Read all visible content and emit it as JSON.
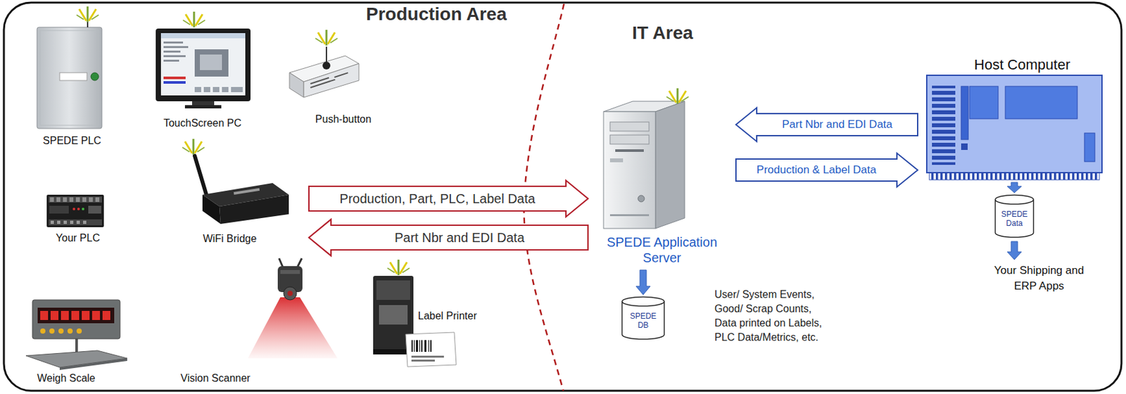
{
  "diagram": {
    "nodes": [
      {
        "text": [
          "Production Area"
        ]
      },
      {
        "text": [
          "SPEDE PLC"
        ],
        "in": 0
      },
      {
        "text": [
          "TouchScreen PC"
        ],
        "in": 0
      },
      {
        "text": [
          "Push-button"
        ],
        "in": 0
      },
      {
        "text": [
          "Your PLC"
        ],
        "in": 0
      },
      {
        "text": [
          "WiFi Bridge"
        ],
        "in": 0
      },
      {
        "text": [
          "Weigh Scale"
        ],
        "in": 0
      },
      {
        "text": [
          "Vision Scanner"
        ],
        "in": 0
      },
      {
        "text": [
          "Label Printer"
        ],
        "in": 0
      },
      {
        "text": [
          "IT Area"
        ]
      },
      {
        "text": [
          "SPEDE Application Server"
        ],
        "in": 9
      },
      {
        "text": [
          "SPEDE DB"
        ],
        "in": 9
      },
      {
        "text": [
          "Host Computer"
        ],
        "in": 9
      },
      {
        "text": [
          "SPEDE Data"
        ],
        "in": 9
      }
    ],
    "edges": [
      {
        "from": 5,
        "to": 10,
        "arrow": "to",
        "label": "Production, Part, PLC, Label Data"
      },
      {
        "from": 10,
        "to": 5,
        "arrow": "to",
        "label": "Part Nbr and EDI Data"
      },
      {
        "from": 12,
        "to": 10,
        "arrow": "to",
        "label": "Part Nbr and EDI Data"
      },
      {
        "from": 10,
        "to": 12,
        "arrow": "to",
        "label": "Production & Label Data"
      },
      {
        "from": 10,
        "to": 11,
        "arrow": "to"
      },
      {
        "from": 12,
        "to": 13,
        "arrow": "to"
      }
    ],
    "labels": [
      "User/ System Events, Good/ Scrap Counts, Data printed on Labels, PLC Data/Metrics, etc.",
      "Your Shipping and ERP Apps"
    ]
  }
}
